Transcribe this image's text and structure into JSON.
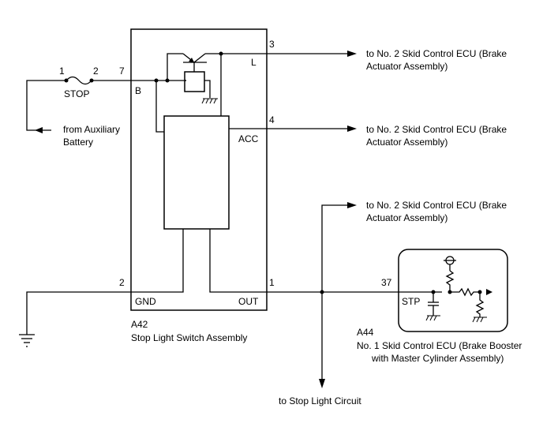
{
  "fuse": {
    "pin_left": "1",
    "pin_right": "2",
    "label": "STOP"
  },
  "switch_assembly": {
    "code": "A42",
    "name": "Stop Light Switch Assembly",
    "pins": {
      "B": {
        "number": "7",
        "label": "B"
      },
      "L": {
        "number": "3",
        "label": "L"
      },
      "ACC": {
        "number": "4",
        "label": "ACC"
      },
      "GND": {
        "number": "2",
        "label": "GND"
      },
      "OUT": {
        "number": "1",
        "label": "OUT"
      }
    }
  },
  "ecu": {
    "code": "A44",
    "name_line1": "No. 1 Skid Control ECU (Brake Booster",
    "name_line2": "with Master Cylinder Assembly)",
    "pin_number": "37",
    "pin_label": "STP"
  },
  "destinations": {
    "l_line1": "to No. 2 Skid Control ECU (Brake",
    "l_line2": "Actuator Assembly)",
    "acc_line1": "to No. 2 Skid Control ECU (Brake",
    "acc_line2": "Actuator Assembly)",
    "out_line1": "to No. 2 Skid Control ECU (Brake",
    "out_line2": "Actuator Assembly)",
    "stop_light": "to Stop Light Circuit"
  },
  "source": {
    "line1": "from Auxiliary",
    "line2": "Battery"
  }
}
